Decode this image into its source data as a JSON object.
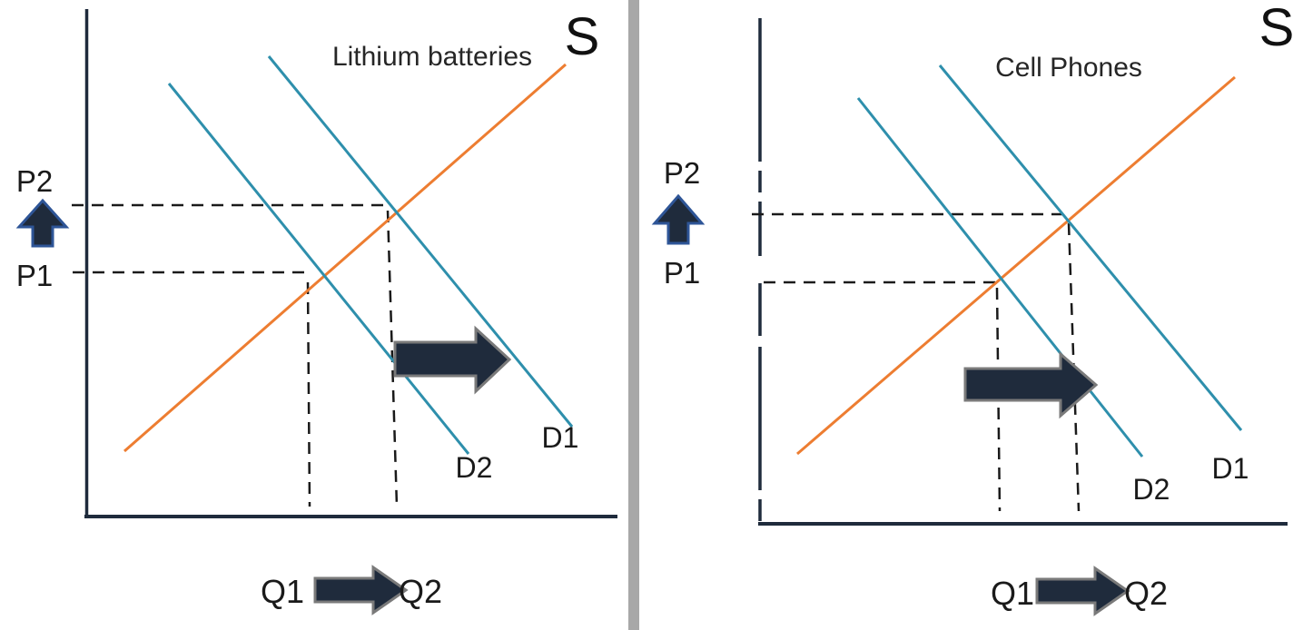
{
  "colors": {
    "axis": "#1F2B3C",
    "supply_line": "#ED7D31",
    "demand_line": "#2E8FAC",
    "dash_line": "#1A1A1A",
    "arrow_fill": "#1F2B3C",
    "arrow_border_gray": "#7A7A7A",
    "arrow_border_blue": "#2E5597",
    "divider": "#A8A8A8",
    "text": "#262626"
  },
  "panels": [
    {
      "title": "Lithium batteries",
      "supply_label": "S",
      "d1_label": "D1",
      "d2_label": "D2",
      "p2_label": "P2",
      "p1_label": "P1",
      "q1_label": "Q1",
      "q2_label": "Q2"
    },
    {
      "title": "Cell Phones",
      "supply_label": "S",
      "d1_label": "D1",
      "d2_label": "D2",
      "p2_label": "P2",
      "p1_label": "P1",
      "q1_label": "Q1",
      "q2_label": "Q2"
    }
  ],
  "diagram_data": {
    "type": "supply-demand",
    "panels": [
      {
        "market": "Lithium batteries",
        "supply_curve": "S",
        "demand_curves": [
          "D2",
          "D1"
        ],
        "price_levels": [
          "P1",
          "P2"
        ],
        "quantity_levels": [
          "Q1",
          "Q2"
        ],
        "arrows": [
          "demand-shift-right",
          "price-up",
          "quantity-right"
        ]
      },
      {
        "market": "Cell Phones",
        "supply_curve": "S",
        "demand_curves": [
          "D2",
          "D1"
        ],
        "price_levels": [
          "P1",
          "P2"
        ],
        "quantity_levels": [
          "Q1",
          "Q2"
        ],
        "arrows": [
          "demand-shift-right",
          "price-up",
          "quantity-right"
        ]
      }
    ]
  }
}
